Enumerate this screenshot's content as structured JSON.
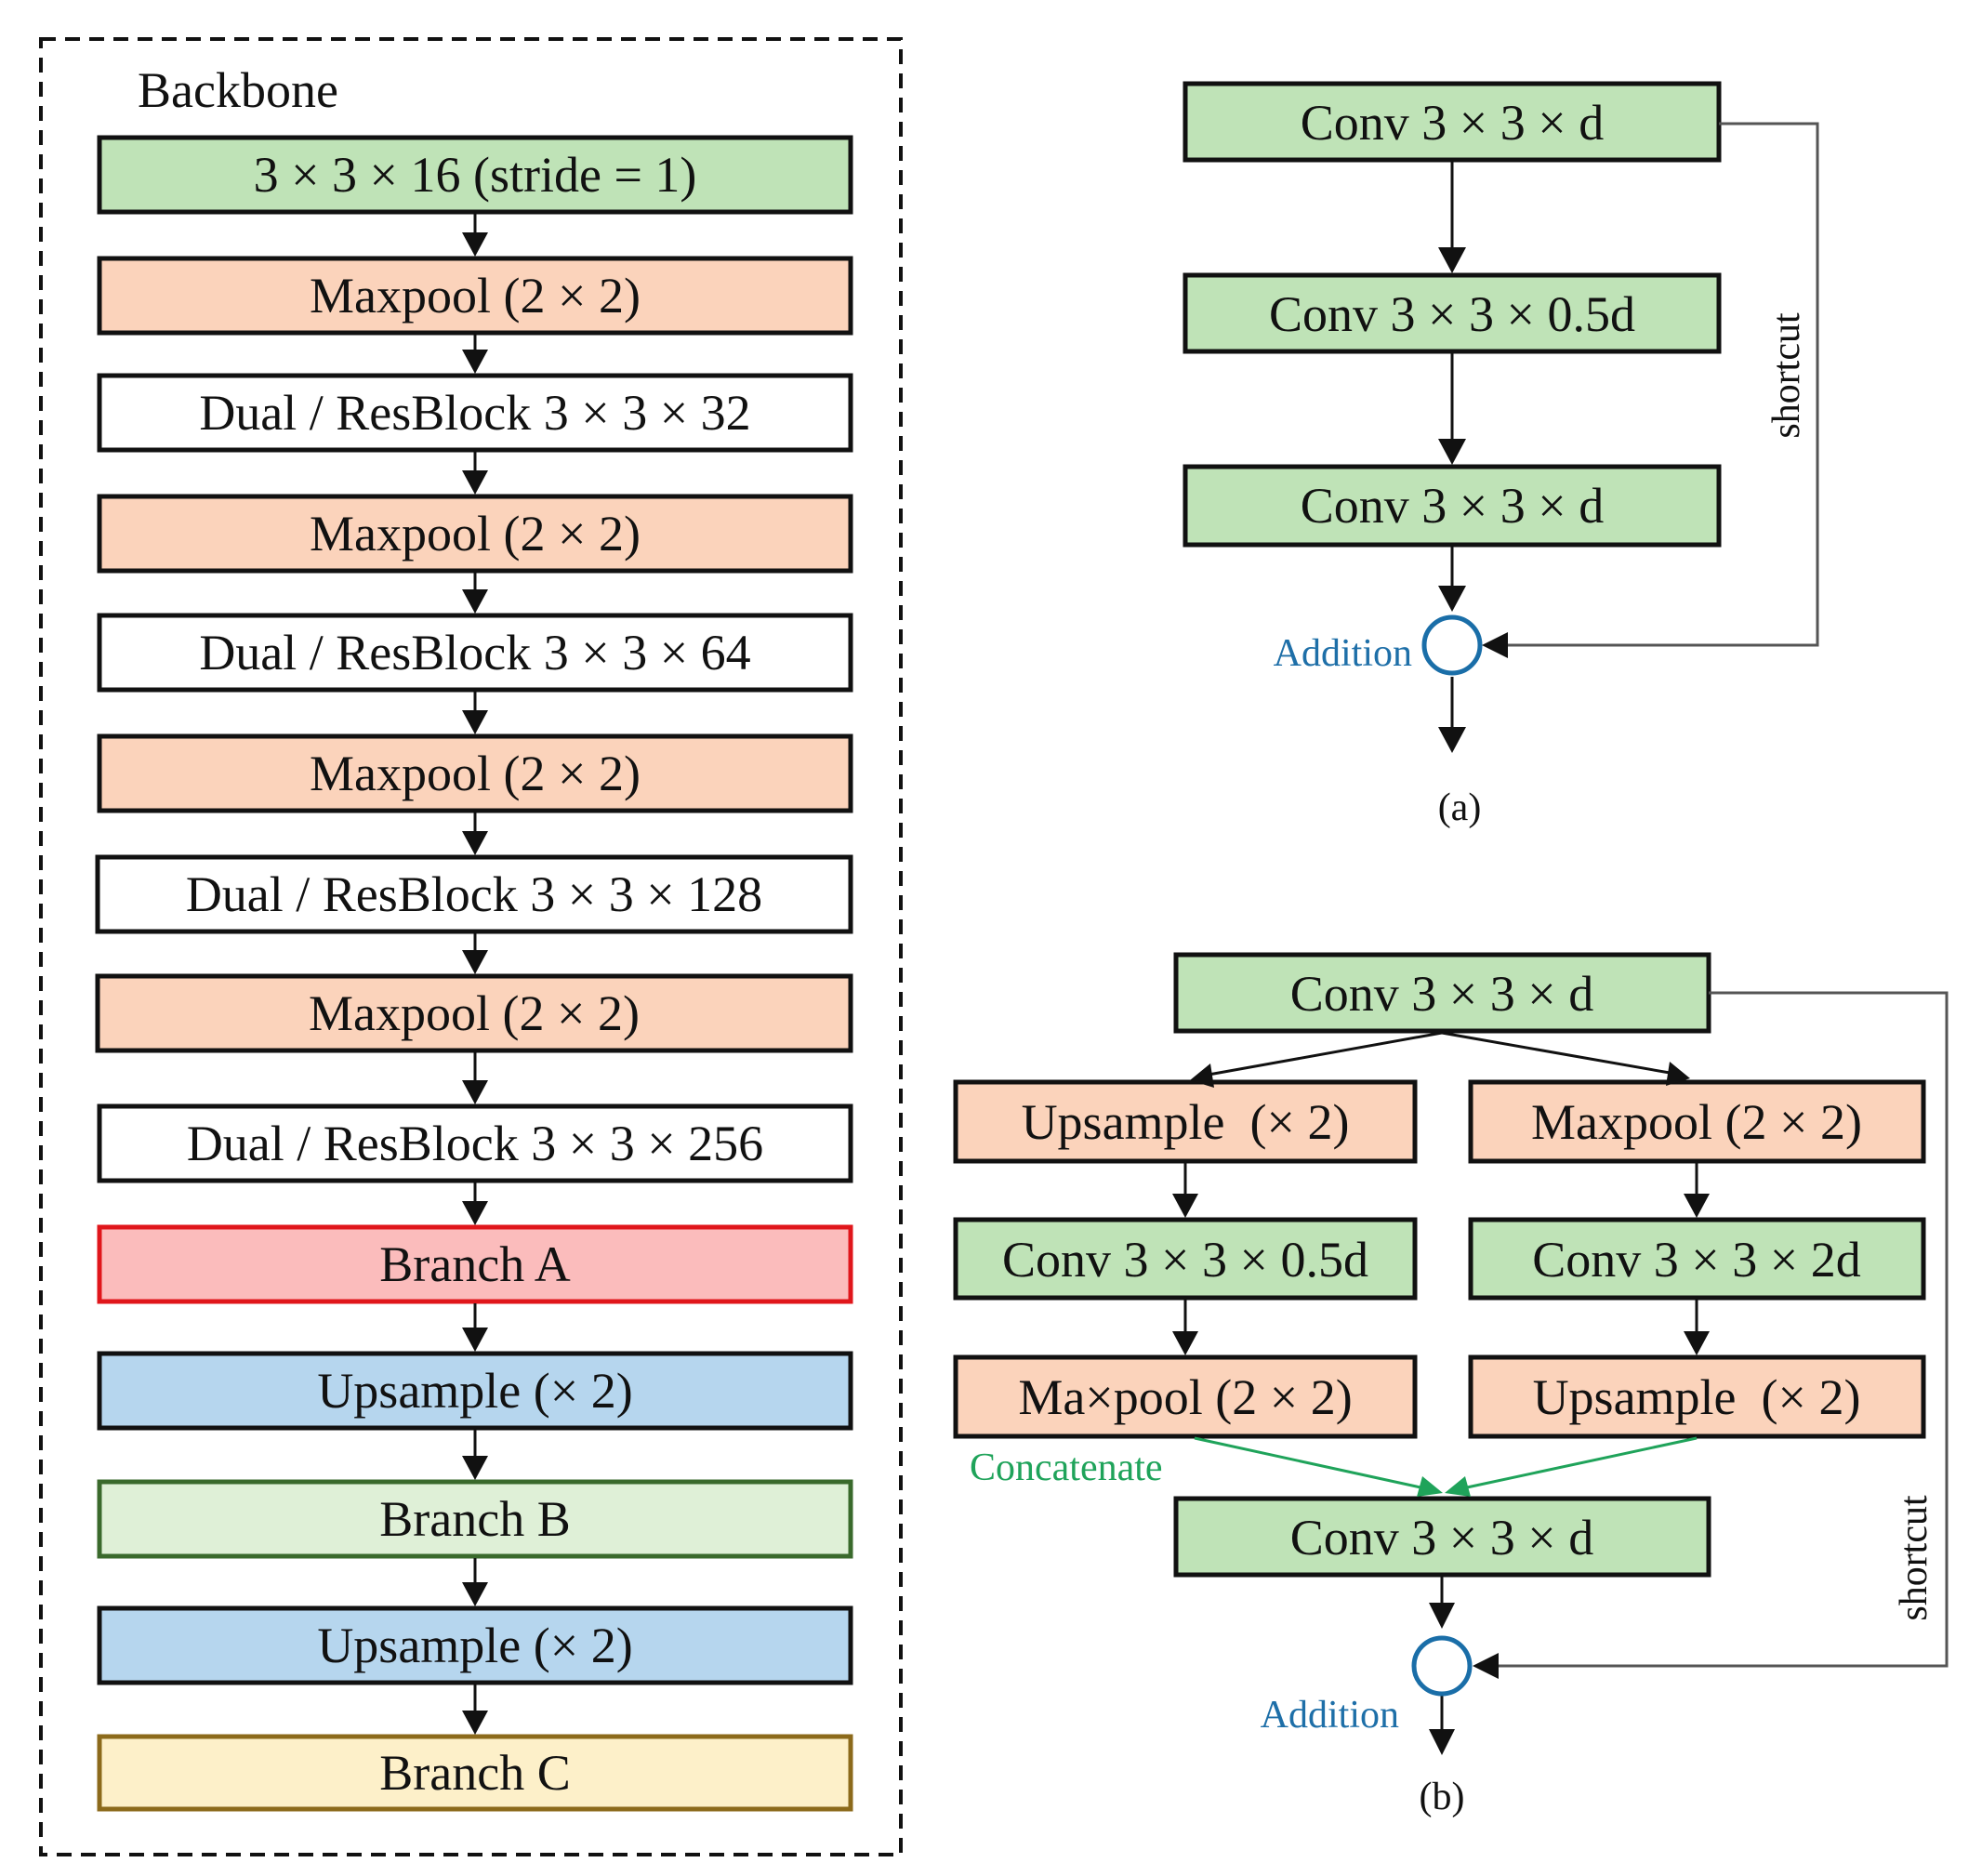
{
  "colors": {
    "conv_fill": "#bfe3b7",
    "pool_fill": "#fbd3bb",
    "white_fill": "#ffffff",
    "branch_a_fill": "#fbbcbc",
    "branch_a_stroke": "#e0161b",
    "upsample_fill": "#b6d6ee",
    "branch_b_fill": "#dff0d7",
    "branch_b_stroke": "#3a6a2c",
    "branch_c_fill": "#fdf0c9",
    "branch_c_stroke": "#8c6a1b",
    "addition_text": "#1e6fa8",
    "concat_line": "#1fa35a",
    "shortcut_line": "#555555"
  },
  "backbone": {
    "title": "Backbone",
    "blocks": [
      "3 × 3 × 16 (stride = 1)",
      "Maxpool (2 × 2)",
      "Dual / ResBlock 3 × 3 × 32",
      "Maxpool (2 × 2)",
      "Dual / ResBlock 3 × 3 × 64",
      "Maxpool (2 × 2)",
      "Dual / ResBlock 3 × 3 × 128",
      "Maxpool (2 × 2)",
      "Dual / ResBlock 3 × 3 × 256",
      "Branch A",
      "Upsample (× 2)",
      "Branch B",
      "Upsample (× 2)",
      "Branch C"
    ]
  },
  "panel_a": {
    "conv1": "Conv 3 × 3 × d",
    "conv2": "Conv 3 × 3 × 0.5d",
    "conv3": "Conv 3 × 3 × d",
    "addition": "Addition",
    "shortcut": "shortcut",
    "caption": "(a)"
  },
  "panel_b": {
    "conv_top": "Conv 3 × 3 × d",
    "upsample_left": "Upsample  (× 2)",
    "maxpool_right": "Maxpool (2 × 2)",
    "conv_left": "Conv 3 × 3 × 0.5d",
    "conv_right": "Conv 3 × 3 × 2d",
    "maxpool_left": "Ma×pool (2 × 2)",
    "upsample_right": "Upsample  (× 2)",
    "concatenate": "Concatenate",
    "conv_bottom": "Conv 3 × 3 × d",
    "addition": "Addition",
    "shortcut": "shortcut",
    "caption": "(b)"
  }
}
